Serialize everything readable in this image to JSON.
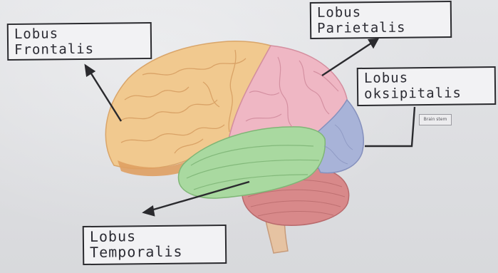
{
  "labels": {
    "frontal": {
      "line1": "Lobus",
      "line2": "Frontalis"
    },
    "parietal": {
      "line1": "Lobus",
      "line2": "Parietalis"
    },
    "oksipital": {
      "line1": "Lobus",
      "line2": "oksipitalis"
    },
    "temporal": {
      "line1": "Lobus",
      "line2": "Temporalis"
    }
  },
  "sticker_text": "Brain stem",
  "colors": {
    "frontal": "#f2c98d",
    "parietal": "#eeb6c4",
    "occipital": "#a9b4d8",
    "temporal": "#a7d89e",
    "cerebellum": "#d98a8a",
    "brainstem": "#e8c7a8",
    "ink": "#2a2a2e"
  }
}
